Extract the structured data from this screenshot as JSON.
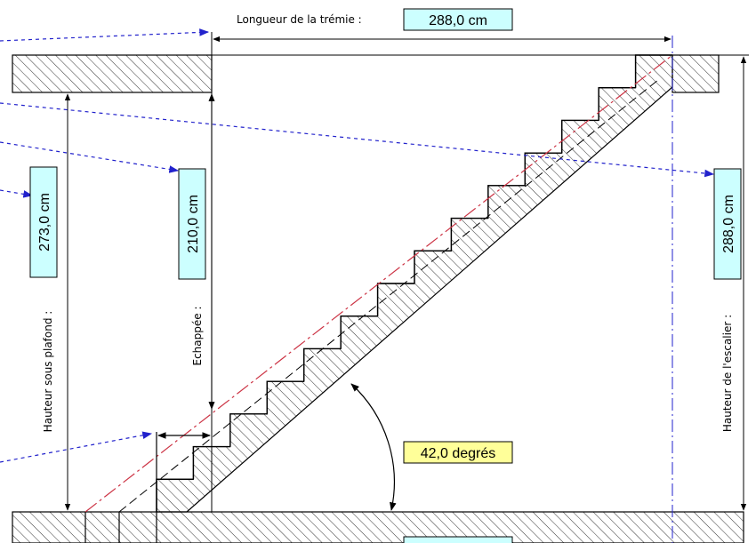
{
  "labels": {
    "tremie_length_label": "Longueur de la trémie :",
    "ceiling_height_label": "Hauteur sous plafond :",
    "headroom_label": "Echappée :",
    "stair_height_label": "Hauteur de l'escalier :"
  },
  "values": {
    "tremie_length": "288,0 cm",
    "ceiling_height": "273,0 cm",
    "headroom": "210,0 cm",
    "stair_height": "288,0 cm",
    "angle": "42,0 degrés"
  },
  "colors": {
    "value_box": "#ccffff",
    "angle_box": "#ffff99",
    "guide_line": "#2222cc",
    "line_of_travel": "#cc3344",
    "structure": "#000000"
  },
  "stair": {
    "step_count": 14
  }
}
